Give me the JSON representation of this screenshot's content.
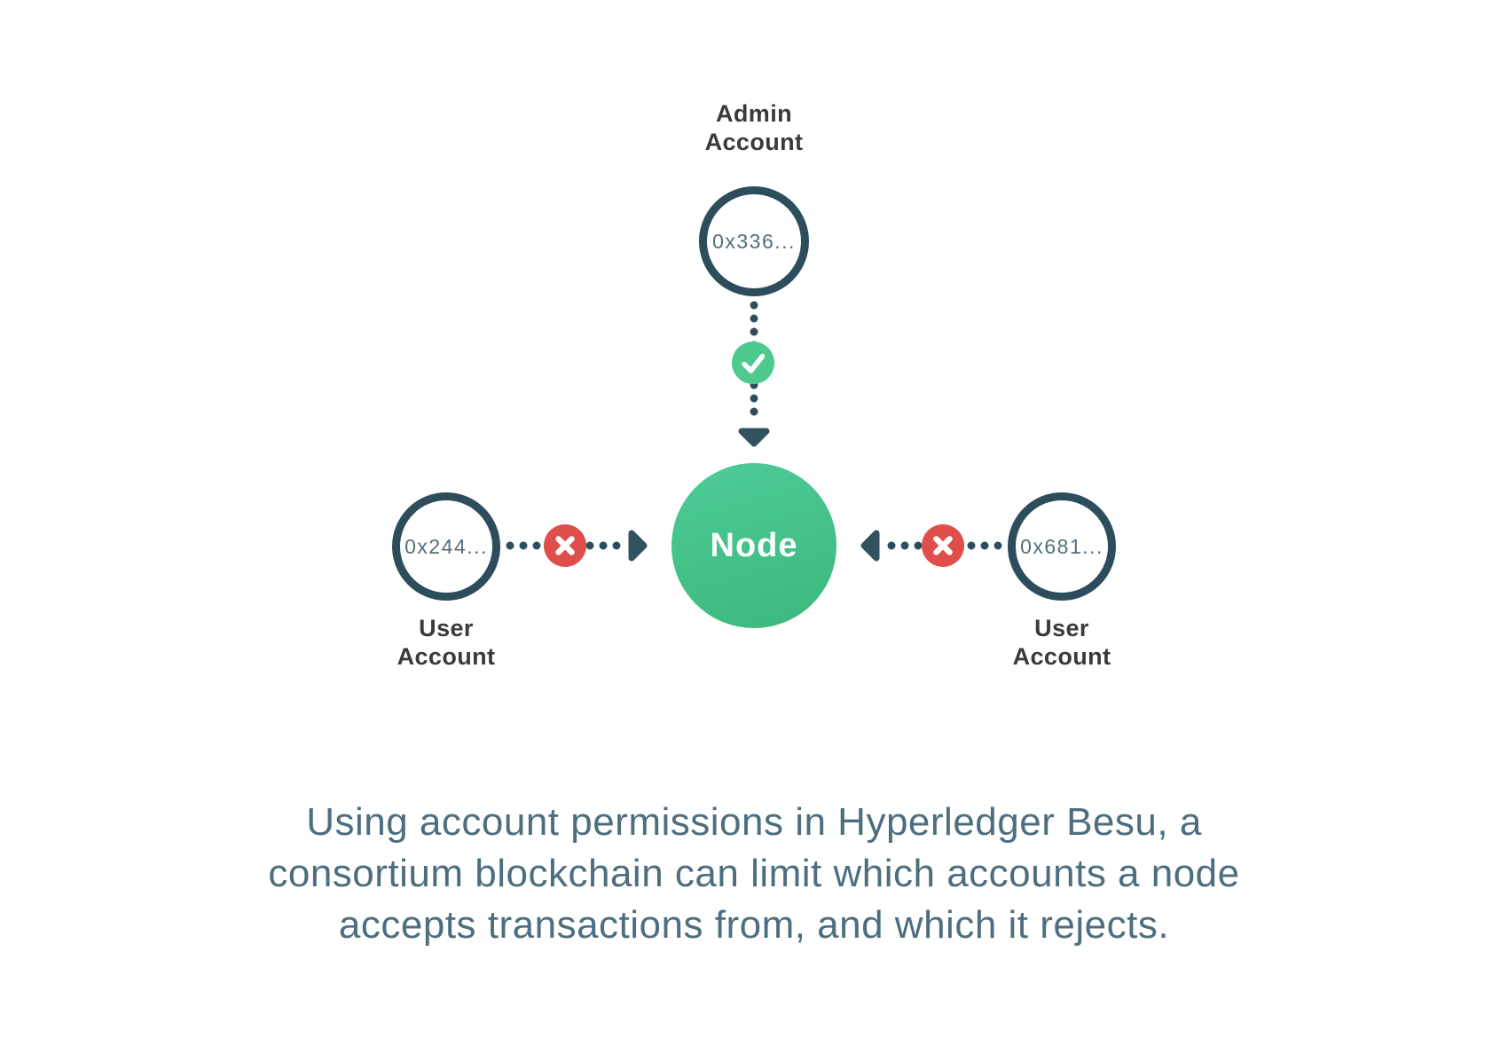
{
  "diagram": {
    "admin": {
      "label_line1": "Admin",
      "label_line2": "Account",
      "address": "0x336..."
    },
    "node": {
      "label": "Node"
    },
    "user_left": {
      "label_line1": "User",
      "label_line2": "Account",
      "address": "0x244..."
    },
    "user_right": {
      "label_line1": "User",
      "label_line2": "Account",
      "address": "0x681..."
    },
    "icons": {
      "allow": "check-icon",
      "deny": "x-icon",
      "flow_down": "down-arrow-icon",
      "flow_right": "right-arrow-icon",
      "flow_left": "left-arrow-icon"
    },
    "colors": {
      "slate": "#2e4d5c",
      "node_green_light": "#4ecb97",
      "node_green_dark": "#3ab87c",
      "allow_green": "#4fca8e",
      "deny_red": "#de4f4c",
      "label_dark": "#3a3a3c",
      "address_slate": "#546e7a",
      "caption_slate": "#4d6e7e"
    }
  },
  "caption": {
    "lines": [
      "Using account permissions in Hyperledger Besu, a",
      "consortium blockchain can limit which accounts a node",
      "accepts transactions from, and which it rejects."
    ]
  }
}
